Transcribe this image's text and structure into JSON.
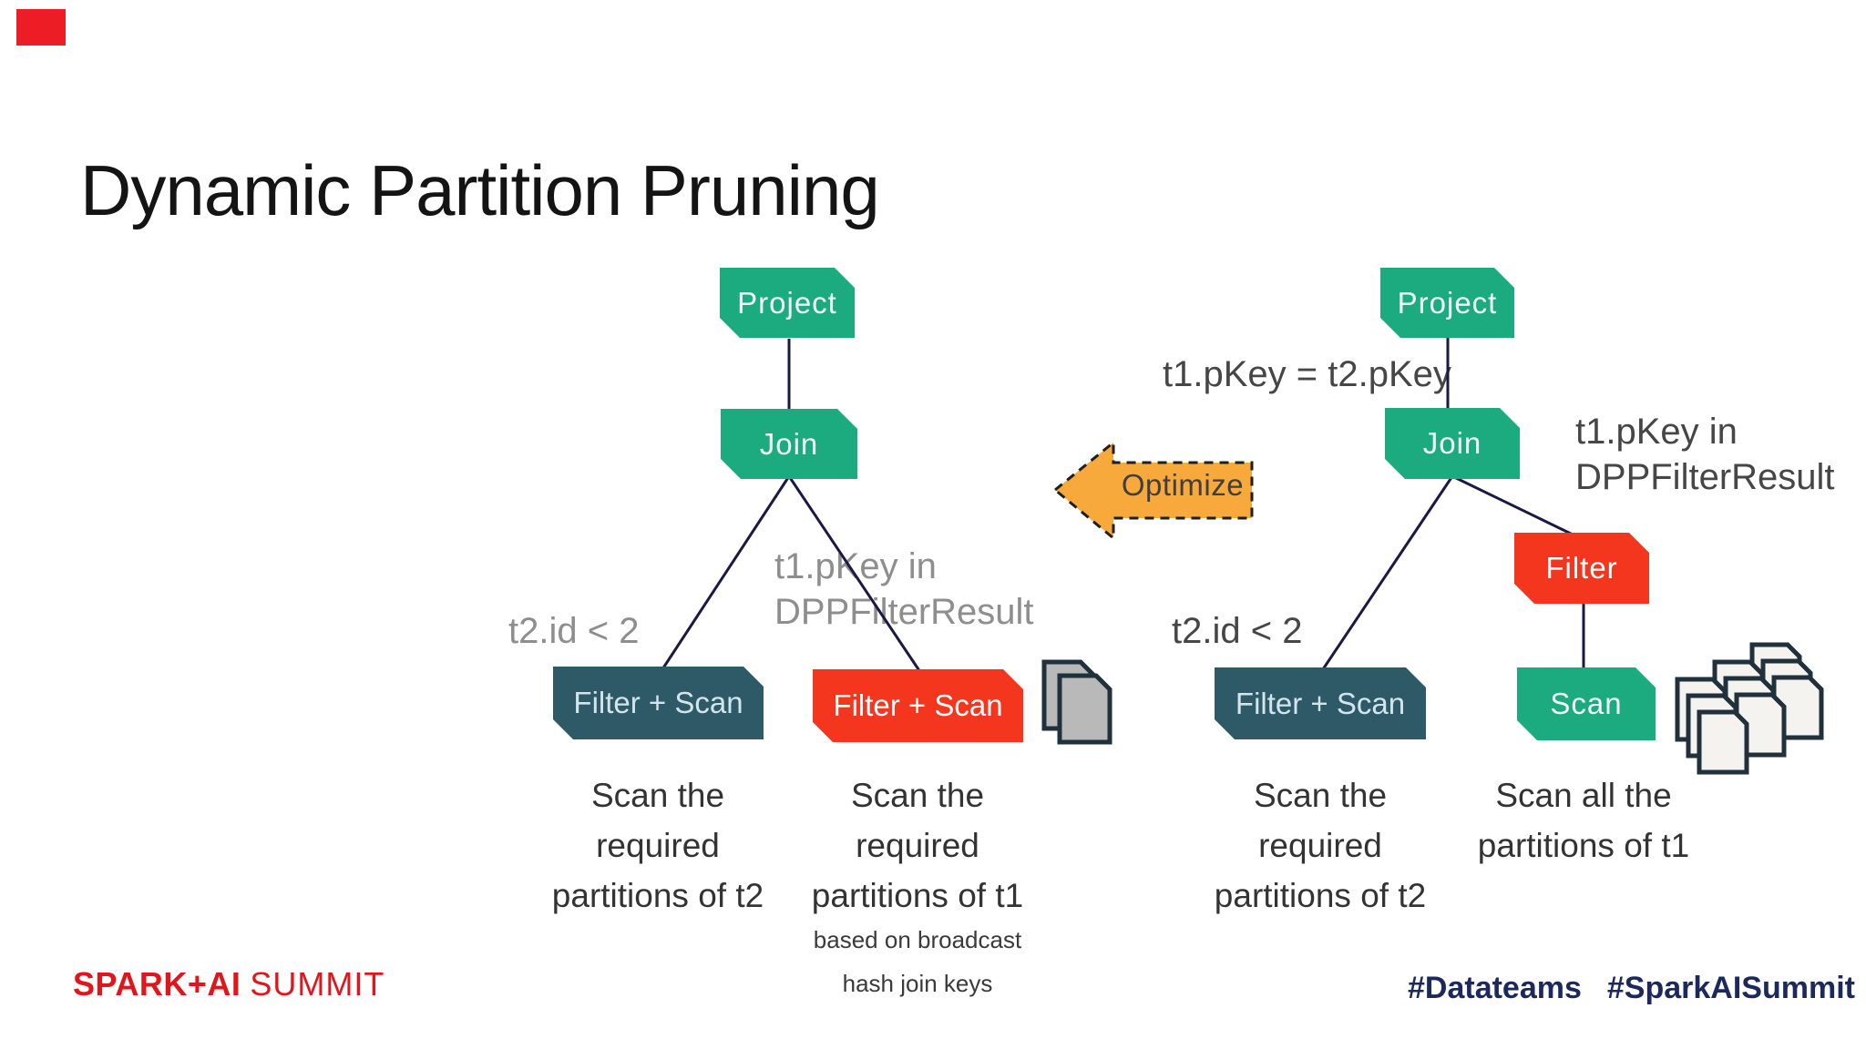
{
  "title": "Dynamic Partition Pruning",
  "colors": {
    "green": "#1CAB7F",
    "dark-teal": "#2E5A68",
    "node-red": "#F5361E",
    "orange": "#F7A93B",
    "edge": "#191945",
    "brand-red": "#E0161C",
    "navy": "#1B295C",
    "corner-red": "#EC1D24",
    "label-gray": "#8E8E8E",
    "label-dark": "#464646",
    "caption": "#333333",
    "icon-stroke": "#20313B",
    "icon-gray": "#B9B9B9",
    "icon-paper": "#F4F3F0"
  },
  "optimize": {
    "label": "Optimize"
  },
  "left_tree": {
    "project": "Project",
    "join": "Join",
    "filter_scan_dark": "Filter + Scan",
    "filter_scan_red": "Filter + Scan",
    "filter_condition": "t2.id < 2",
    "dpp_line1": "t1.pKey in",
    "dpp_line2": "DPPFilterResult",
    "caption_dark": [
      "Scan the",
      "required",
      "partitions of t2"
    ],
    "caption_red": [
      "Scan the",
      "required",
      "partitions of t1"
    ],
    "caption_red_note": [
      "based on broadcast",
      "hash join keys"
    ]
  },
  "right_tree": {
    "project": "Project",
    "join": "Join",
    "join_condition": "t1.pKey = t2.pKey",
    "filter": "Filter",
    "scan": "Scan",
    "filter_scan_dark": "Filter + Scan",
    "filter_condition": "t2.id < 2",
    "dpp_line1": "t1.pKey in",
    "dpp_line2": "DPPFilterResult",
    "caption_dark": [
      "Scan the",
      "required",
      "partitions of t2"
    ],
    "caption_scan": [
      "Scan all the",
      "partitions of t1"
    ]
  },
  "icons": {
    "documents_pair": "two overlapping partition documents",
    "partitions_stack": "3x3 stack of partition documents"
  },
  "footer": {
    "brand_bold": "SPARK+AI",
    "brand_rest": "SUMMIT",
    "hashtags": [
      "#Datateams",
      "#SparkAISummit"
    ]
  }
}
